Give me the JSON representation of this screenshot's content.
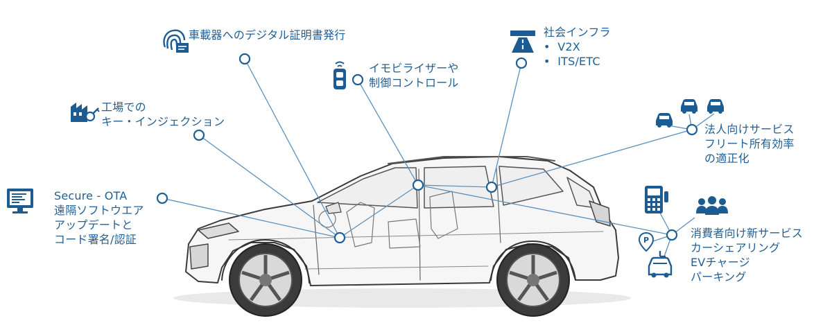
{
  "colors": {
    "accent": "#1f5f96",
    "icon": "#1c5c93",
    "line": "#5b8fbd",
    "car": "#3a3a3a"
  },
  "labels": {
    "cert": "車載器へのデジタル証明書発行",
    "immobilizer": [
      "イモビライザーや",
      "制御コントロール"
    ],
    "infra": {
      "title": "社会インフラ",
      "items": [
        "V2X",
        "ITS/ETC"
      ]
    },
    "factory": [
      "工場での",
      "キー・インジェクション"
    ],
    "fleet": [
      "法人向けサービス",
      "フリート所有効率",
      "の適正化"
    ],
    "ota": [
      "Secure - OTA",
      "遠隔ソフトウエア",
      "アップデートと",
      "コード署名/認証"
    ],
    "consumer": [
      "消費者向け新サービス",
      "カーシェアリング",
      "EVチャージ",
      "パーキング"
    ]
  },
  "icons": {
    "cert": "fingerprint-certificate-icon",
    "immobilizer": "car-key-fob-icon",
    "infra": "highway-icon",
    "factory": "factory-key-icon",
    "fleet": "fleet-cars-icon",
    "ota": "monitor-code-icon",
    "consumer": [
      "payment-terminal-icon",
      "people-group-icon",
      "parking-pin-icon",
      "ev-charging-car-icon"
    ]
  }
}
